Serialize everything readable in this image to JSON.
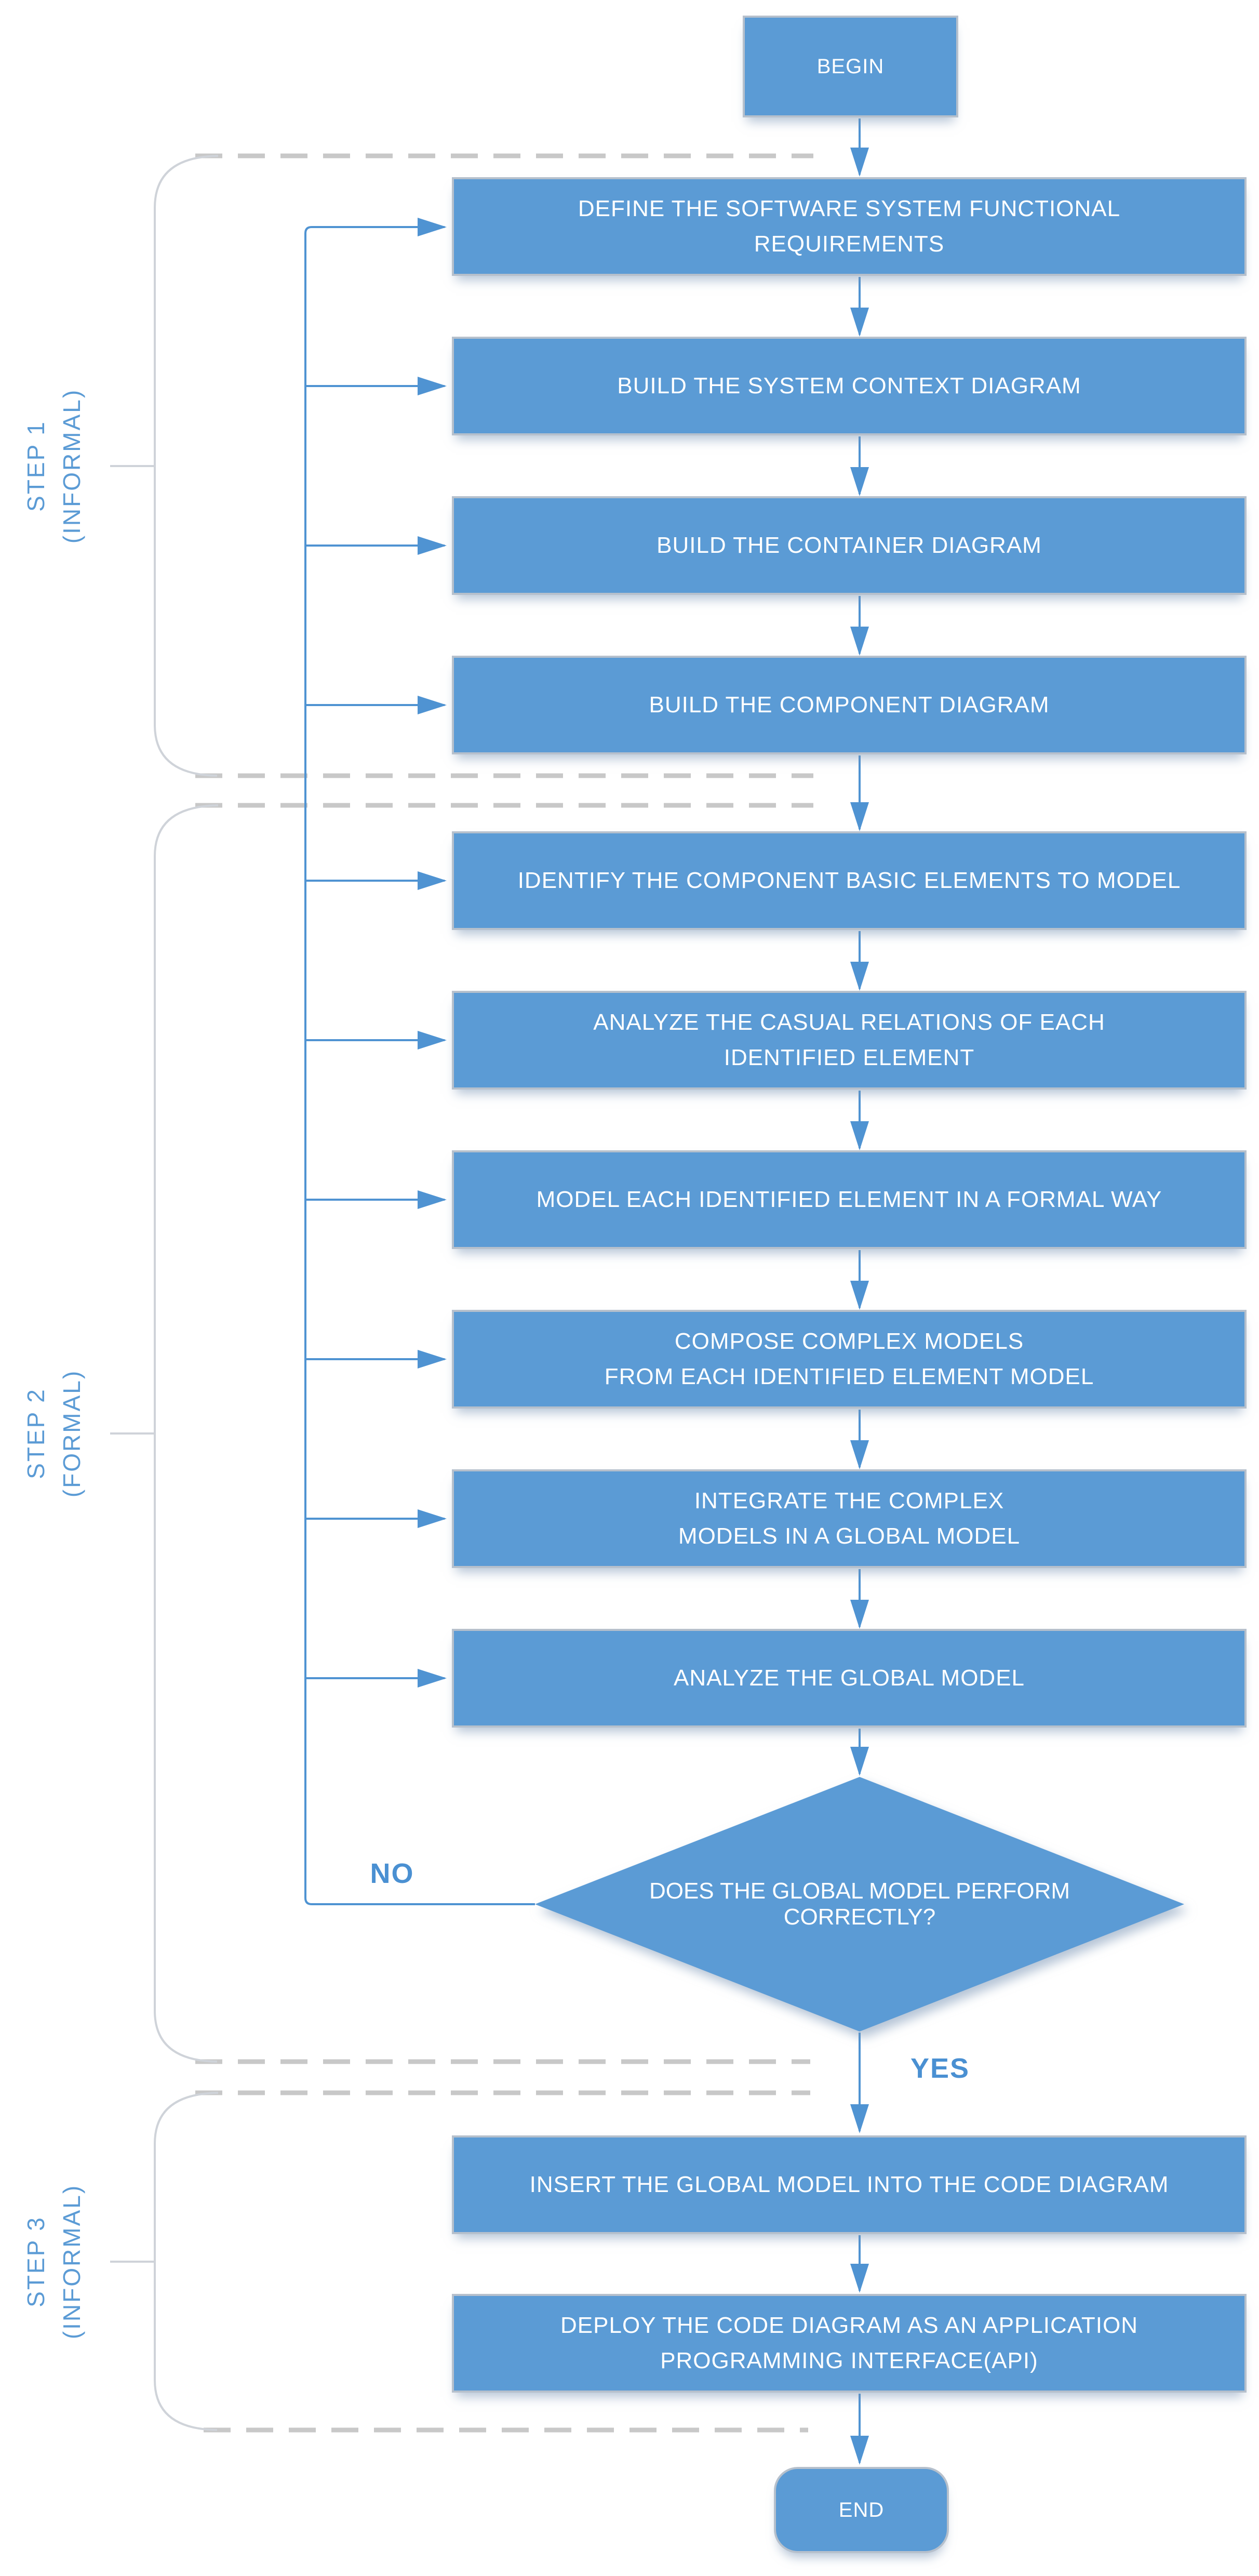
{
  "diagram_title": "software modeling process flowchart",
  "colors": {
    "node_fill": "#5b9bd5",
    "node_text": "#ffffff",
    "connector": "#4f93d2",
    "separator_gray": "#c8c8c8",
    "bracket_gray": "#cfd3d9",
    "step_label_blue": "#5b9bd5",
    "decision_label_blue": "#4a90d2",
    "background": "#ffffff"
  },
  "nodes": {
    "begin": "BEGIN",
    "end": "END",
    "step1": [
      "DEFINE THE SOFTWARE SYSTEM FUNCTIONAL\nREQUIREMENTS",
      "BUILD THE SYSTEM CONTEXT DIAGRAM",
      "BUILD THE CONTAINER DIAGRAM",
      "BUILD THE COMPONENT DIAGRAM"
    ],
    "step2": [
      "IDENTIFY THE COMPONENT BASIC ELEMENTS TO MODEL",
      "ANALYZE THE CASUAL RELATIONS OF EACH\nIDENTIFIED ELEMENT",
      "MODEL EACH IDENTIFIED ELEMENT IN A FORMAL WAY",
      "COMPOSE COMPLEX MODELS\nFROM EACH IDENTIFIED ELEMENT MODEL",
      "INTEGRATE THE COMPLEX\nMODELS IN A GLOBAL MODEL",
      "ANALYZE THE GLOBAL MODEL"
    ],
    "decision": "DOES THE GLOBAL MODEL\nPERFORM CORRECTLY?",
    "step3": [
      "INSERT THE GLOBAL MODEL INTO THE CODE DIAGRAM",
      "DEPLOY THE CODE DIAGRAM AS AN APPLICATION\nPROGRAMMING INTERFACE(API)"
    ]
  },
  "edges": {
    "no_label": "NO",
    "yes_label": "YES"
  },
  "sections": [
    {
      "label": "STEP 1\n(INFORMAL)"
    },
    {
      "label": "STEP 2\n(FORMAL)"
    },
    {
      "label": "STEP 3\n(INFORMAL)"
    }
  ]
}
